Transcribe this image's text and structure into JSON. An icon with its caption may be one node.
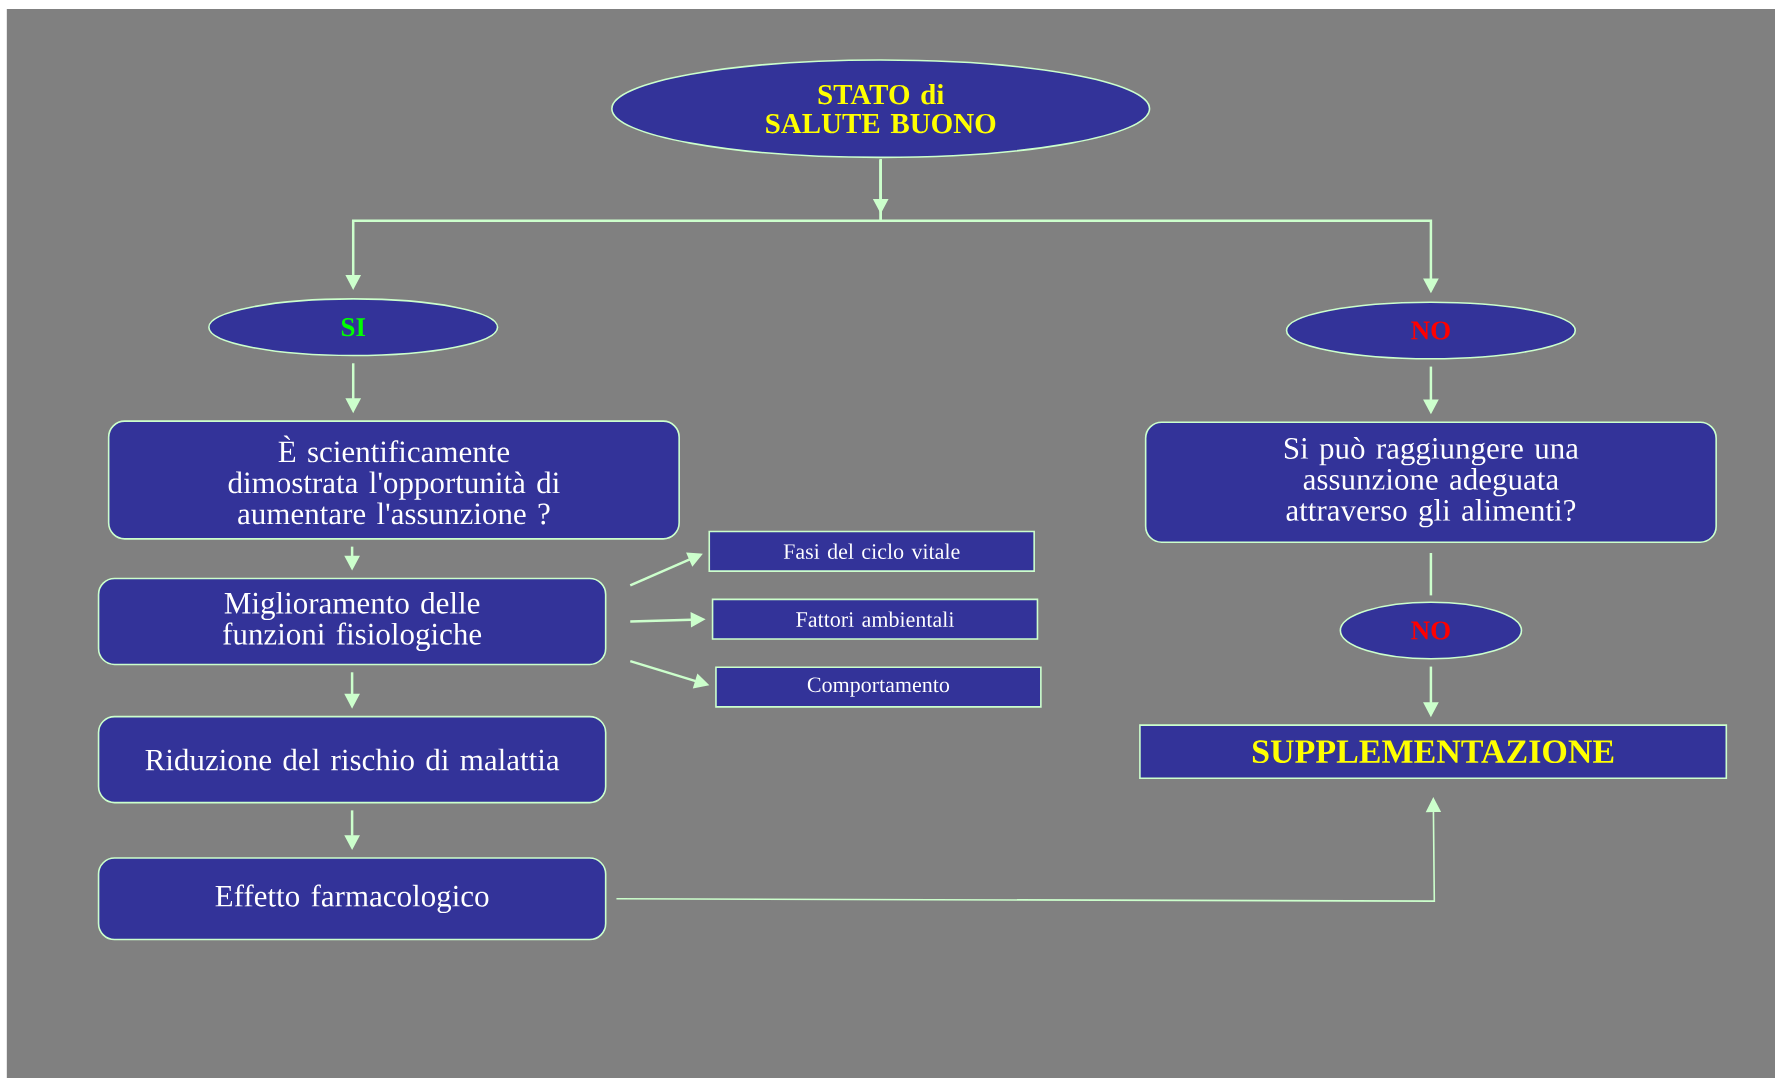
{
  "diagram": {
    "nodes": [
      {
        "text": [
          "STATO di SALUTE BUONO"
        ]
      },
      {
        "text": [
          "SI"
        ]
      },
      {
        "text": [
          "NO"
        ]
      },
      {
        "text": [
          "È scientificamente dimostrata l'opportunità di aumentare l'assunzione ?"
        ]
      },
      {
        "text": [
          "Si può raggiungere una assunzione adeguata attraverso gli alimenti?"
        ]
      },
      {
        "text": [
          "Miglioramento delle funzioni fisiologiche"
        ]
      },
      {
        "text": [
          "Fasi del ciclo vitale"
        ]
      },
      {
        "text": [
          "Fattori ambientali"
        ]
      },
      {
        "text": [
          "Comportamento"
        ]
      },
      {
        "text": [
          "NO"
        ]
      },
      {
        "text": [
          "Riduzione del rischio di malattia"
        ]
      },
      {
        "text": [
          "SUPPLEMENTAZIONE"
        ]
      },
      {
        "text": [
          "Effetto farmacologico"
        ]
      }
    ],
    "edges": [
      {
        "from": 0,
        "to": 1,
        "arrow": "to"
      },
      {
        "from": 0,
        "to": 2,
        "arrow": "to"
      },
      {
        "from": 1,
        "to": 3,
        "arrow": "to"
      },
      {
        "from": 3,
        "to": 5,
        "arrow": "to"
      },
      {
        "from": 5,
        "to": 6,
        "arrow": "to"
      },
      {
        "from": 5,
        "to": 7,
        "arrow": "to"
      },
      {
        "from": 5,
        "to": 8,
        "arrow": "to"
      },
      {
        "from": 5,
        "to": 10,
        "arrow": "to"
      },
      {
        "from": 10,
        "to": 12,
        "arrow": "to"
      },
      {
        "from": 12,
        "to": 11,
        "arrow": "to"
      },
      {
        "from": 2,
        "to": 4,
        "arrow": "to"
      },
      {
        "from": 4,
        "to": 9,
        "arrow": "none"
      },
      {
        "from": 9,
        "to": 11,
        "arrow": "to"
      }
    ]
  }
}
